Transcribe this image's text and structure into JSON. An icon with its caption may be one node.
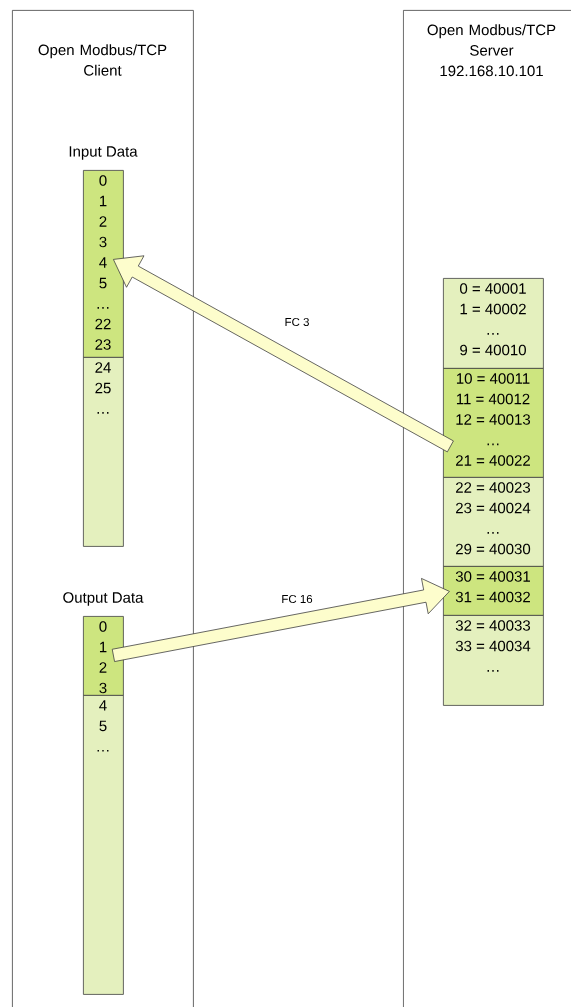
{
  "diagram": {
    "nodes": [
      {
        "text": [
          "Open Modbus/TCP Client"
        ]
      },
      {
        "text": [
          "Input Data",
          "0",
          "1",
          "2",
          "3",
          "4",
          "5",
          "…",
          "22",
          "23"
        ],
        "in": 0
      },
      {
        "text": [
          "24",
          "25",
          "…"
        ],
        "in": 0
      },
      {
        "text": [
          "Output Data",
          "0",
          "1",
          "2",
          "3"
        ],
        "in": 0
      },
      {
        "text": [
          "4",
          "5",
          "…"
        ],
        "in": 0
      },
      {
        "text": [
          "Open Modbus/TCP Server",
          "192.168.10.101"
        ]
      },
      {
        "text": [
          "0 = 40001",
          "1 = 40002",
          "…",
          "9 = 40010"
        ],
        "in": 5
      },
      {
        "text": [
          "10 = 40011",
          "11 = 40012",
          "12 = 40013",
          "…",
          "21 = 40022"
        ],
        "in": 5
      },
      {
        "text": [
          "22 = 40023",
          "23 = 40024",
          "…",
          "29 = 40030"
        ],
        "in": 5
      },
      {
        "text": [
          "30 = 40031",
          "31 = 40032"
        ],
        "in": 5
      },
      {
        "text": [
          "32 = 40033",
          "33 = 40034",
          "…"
        ],
        "in": 5
      }
    ],
    "edges": [
      {
        "from": 7,
        "to": 1,
        "arrow": "to",
        "label": "FC 3"
      },
      {
        "from": 3,
        "to": 9,
        "arrow": "to",
        "label": "FC 16"
      }
    ]
  }
}
